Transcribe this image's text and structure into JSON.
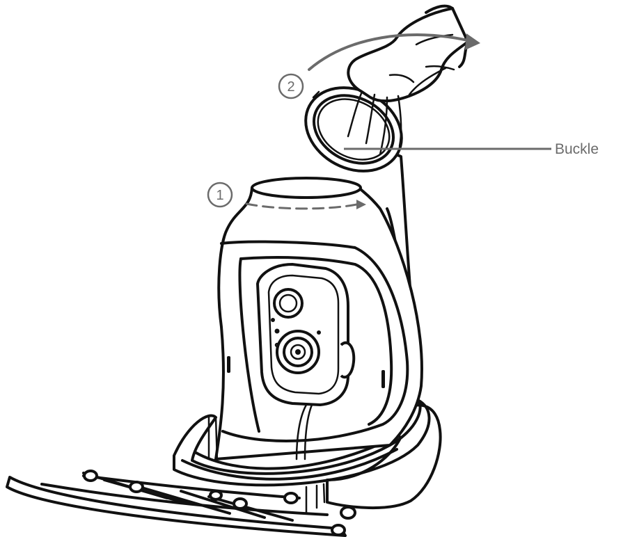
{
  "callouts": {
    "buckle_label": "Buckle",
    "step_1": "1",
    "step_2": "2"
  },
  "colors": {
    "line_art": "#111111",
    "annotation": "#6b6b6b",
    "background": "#ffffff"
  },
  "icons": {
    "camera": "camera-illustration",
    "hand": "hand-illustration"
  }
}
